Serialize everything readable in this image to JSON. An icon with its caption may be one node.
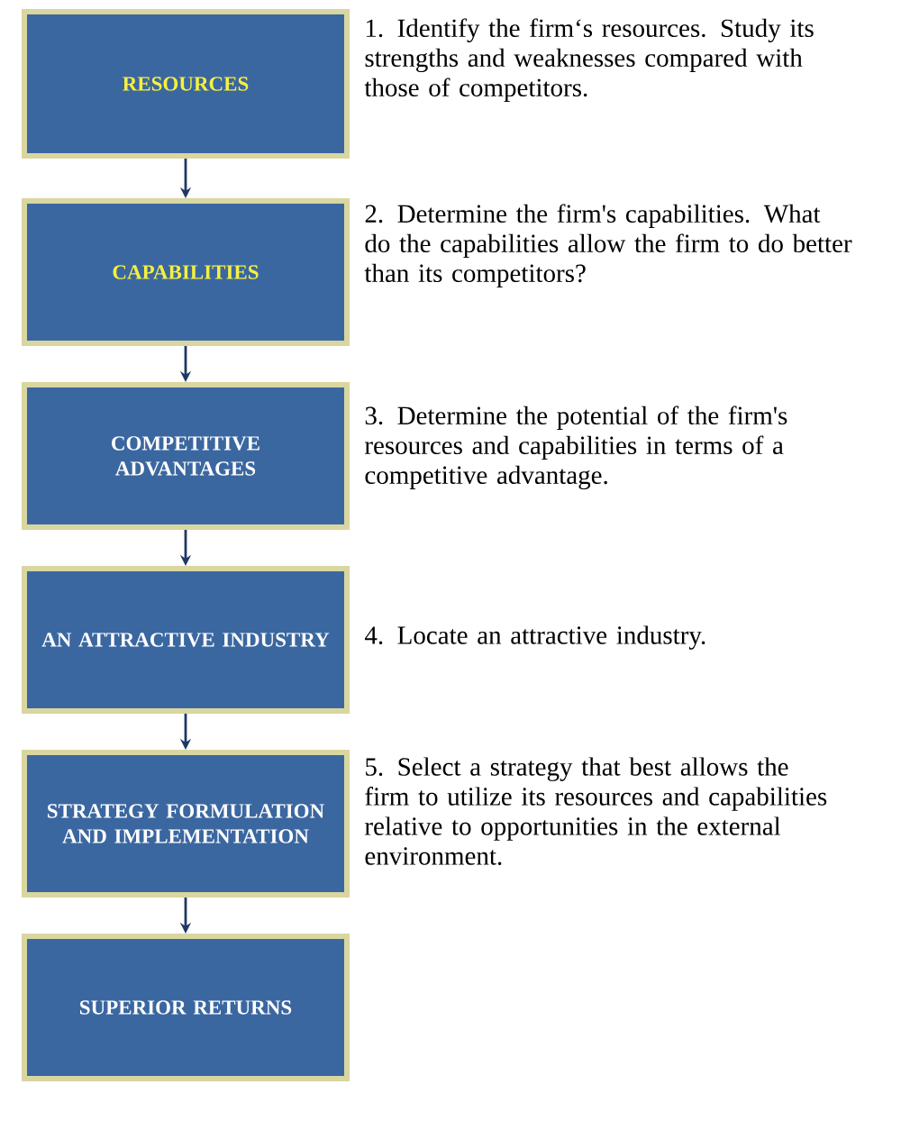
{
  "diagram": {
    "nodes": [
      {
        "text": [
          "RESOURCES"
        ],
        "beside": [
          "1. Identify the firm‘s resources. Study its strengths and weaknesses compared with those of competitors."
        ]
      },
      {
        "text": [
          "CAPABILITIES"
        ],
        "beside": [
          "2. Determine the firm's capabilities. What do the capabilities allow the firm to do better than its competitors?"
        ]
      },
      {
        "text": [
          "COMPETITIVE ADVANTAGES"
        ],
        "beside": [
          "3. Determine the potential of the firm's resources and capabilities in terms of a competitive advantage."
        ]
      },
      {
        "text": [
          "AN ATTRACTIVE INDUSTRY"
        ],
        "beside": [
          "4. Locate an attractive industry."
        ]
      },
      {
        "text": [
          "STRATEGY FORMULATION AND IMPLEMENTATION"
        ],
        "beside": [
          "5. Select a strategy that best allows the firm to utilize its resources and capabilities relative to opportunities in the external environment."
        ]
      },
      {
        "text": [
          "SUPERIOR RETURNS"
        ]
      }
    ],
    "edges": [
      {
        "from": 0,
        "to": 1,
        "arrow": "to"
      },
      {
        "from": 1,
        "to": 2,
        "arrow": "to"
      },
      {
        "from": 2,
        "to": 3,
        "arrow": "to"
      },
      {
        "from": 3,
        "to": 4,
        "arrow": "to"
      },
      {
        "from": 4,
        "to": 5,
        "arrow": "to"
      }
    ]
  }
}
